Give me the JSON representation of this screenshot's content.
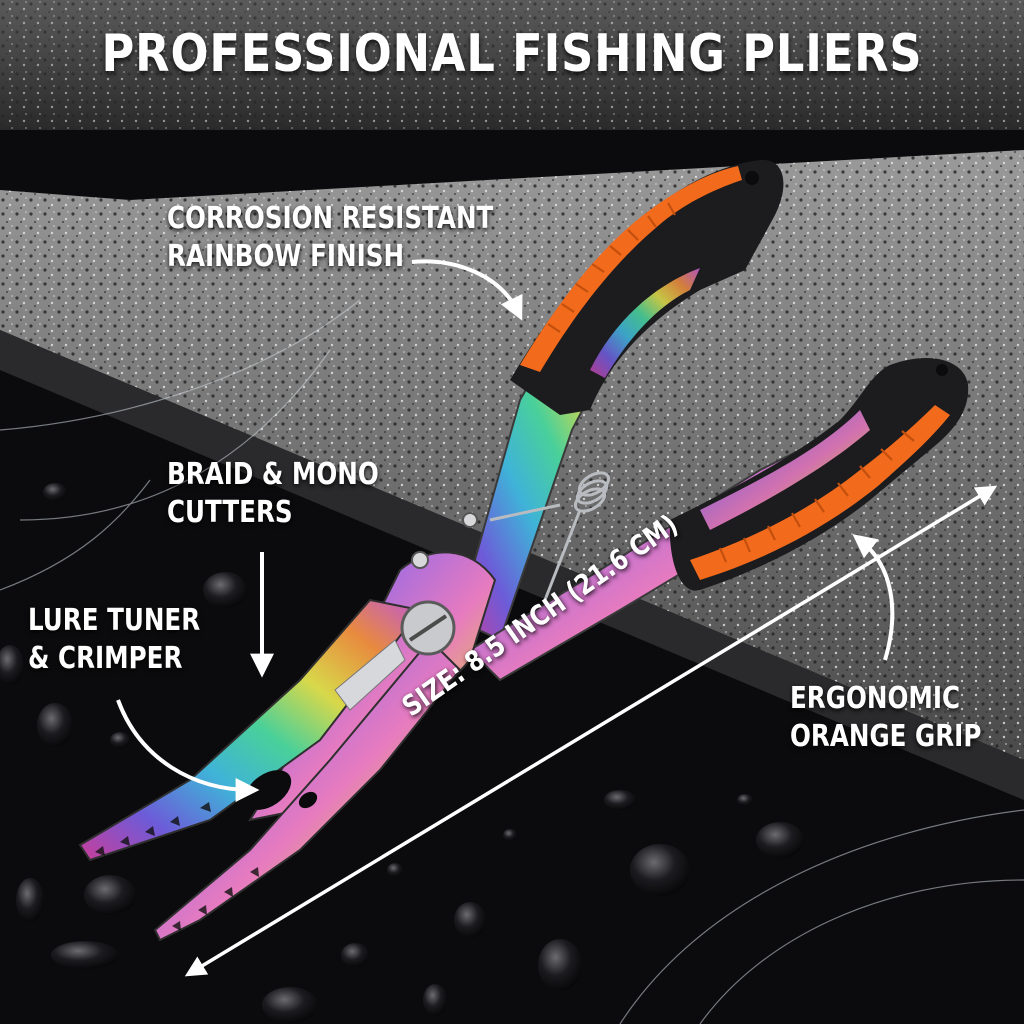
{
  "title": "PROFESSIONAL FISHING PLIERS",
  "callouts": {
    "finish": [
      "CORROSION RESISTANT",
      "RAINBOW FINISH"
    ],
    "cutters": [
      "BRAID & MONO",
      "CUTTERS"
    ],
    "tuner": [
      "LURE TUNER",
      "& CRIMPER"
    ],
    "grip": [
      "ERGONOMIC",
      "ORANGE GRIP"
    ]
  },
  "size_label": "SIZE: 8.5 INCH (21.6 CM)",
  "colors": {
    "grip_orange": "#f26a1b",
    "grip_black": "#1b1b1d",
    "granite_light": "#8f8f8f",
    "wet_surface": "#0d0d0f",
    "text": "#ffffff"
  },
  "icons": [
    "arrow-curved-icon",
    "arrow-down-icon",
    "double-arrow-icon"
  ]
}
